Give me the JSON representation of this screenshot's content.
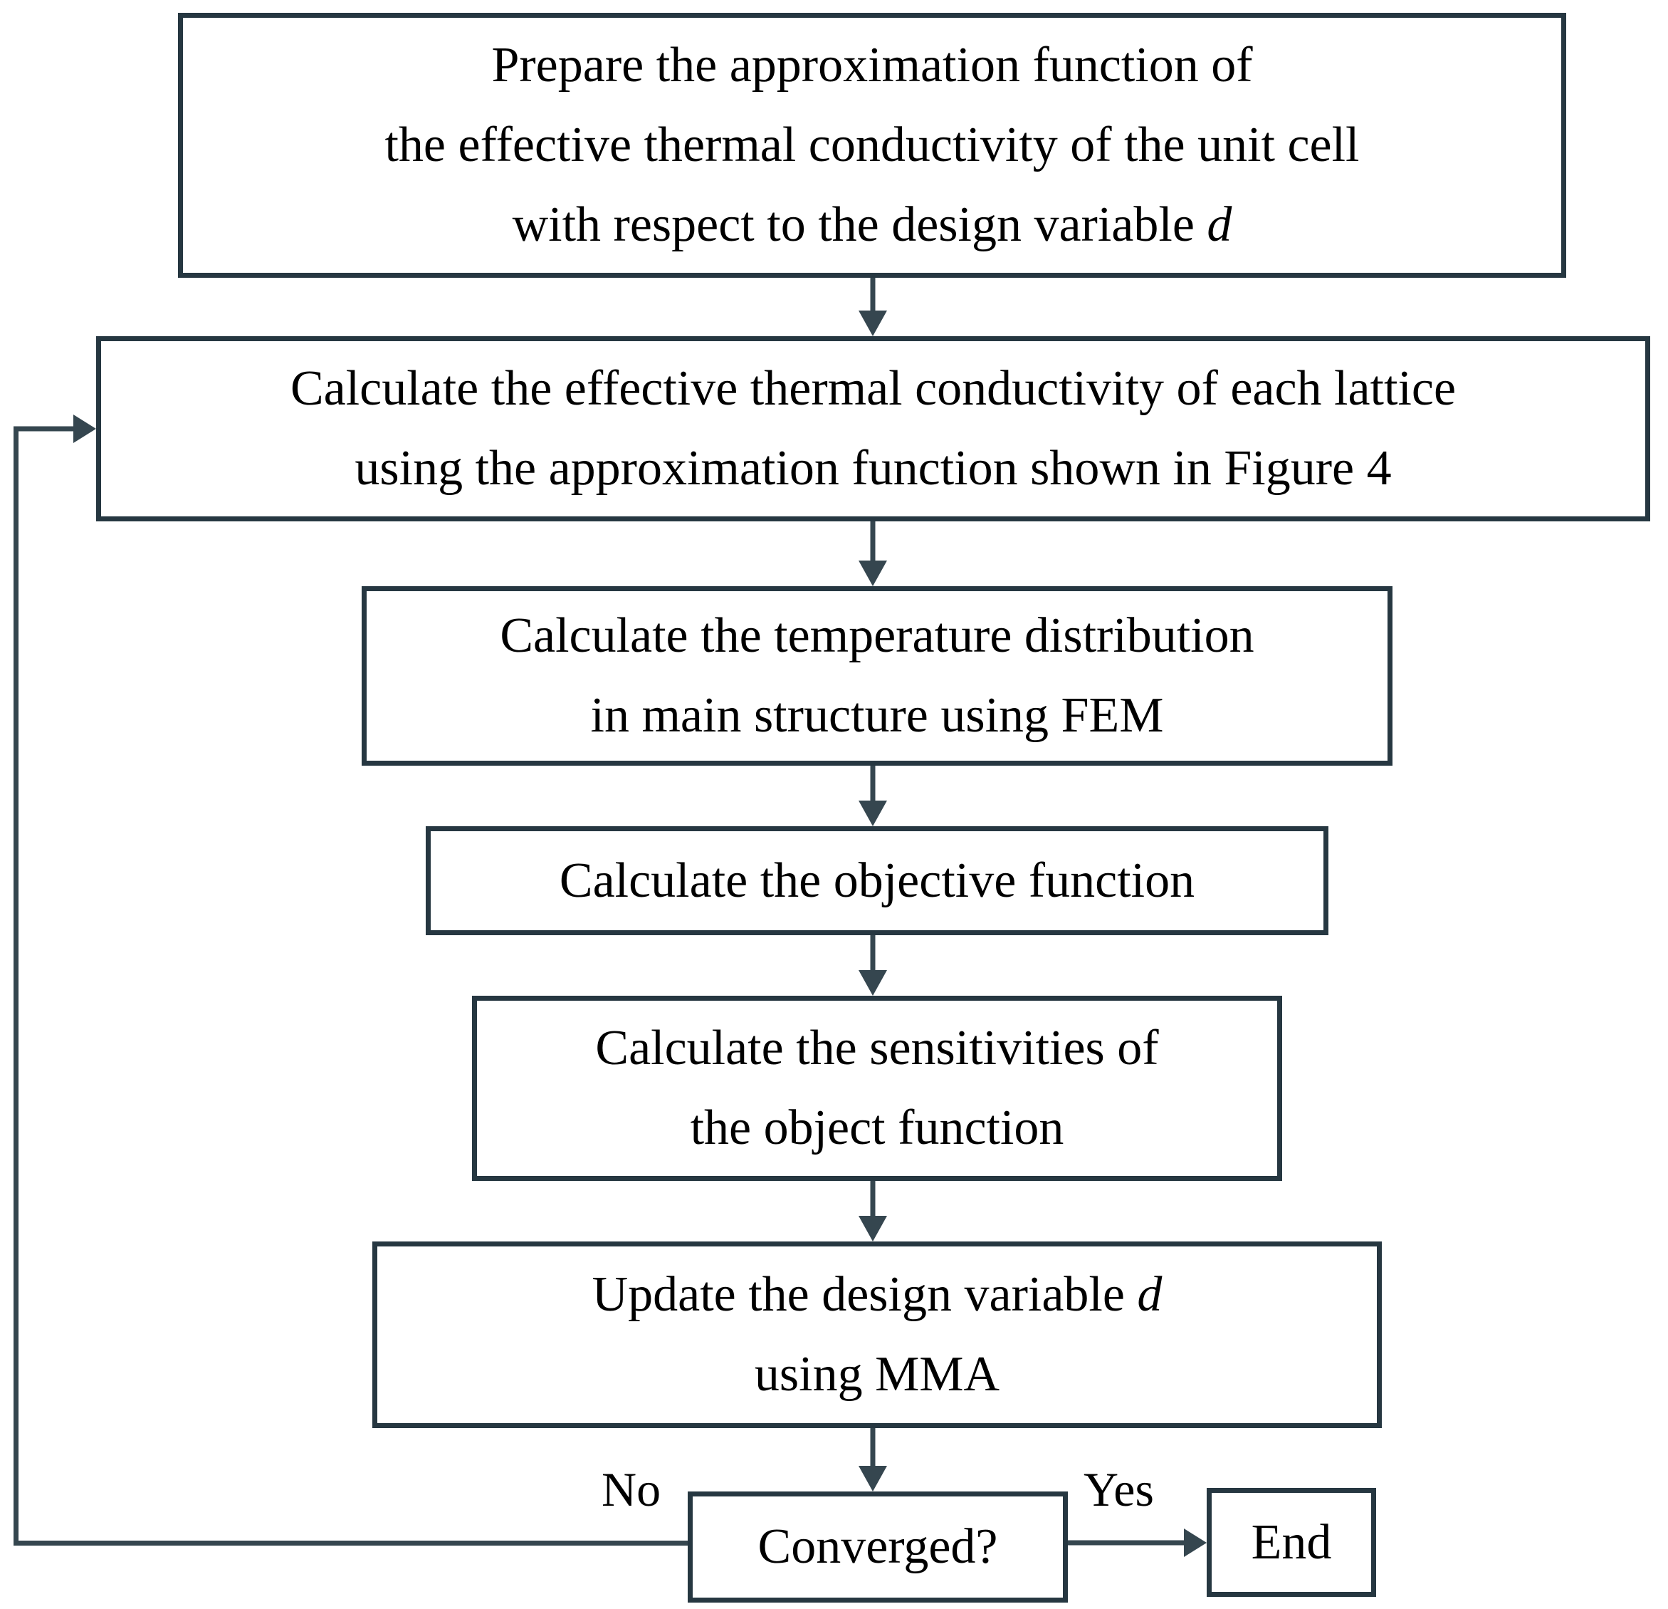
{
  "diagram": {
    "type": "flowchart",
    "colors": {
      "stroke": "#35464f",
      "border": "#263741",
      "text": "#000000",
      "background": "#ffffff"
    },
    "nodes": {
      "prepare": {
        "line1": "Prepare the approximation function of",
        "line2": "the effective thermal conductivity of the unit cell",
        "line3_prefix": "with respect to the design variable",
        "line3_var": "d"
      },
      "calc_conductivity": {
        "line1": "Calculate the effective thermal conductivity of each lattice",
        "line2": "using the approximation function shown in Figure 4"
      },
      "calc_temperature": {
        "line1": "Calculate the temperature distribution",
        "line2": "in main structure using FEM"
      },
      "calc_objective": {
        "line1": "Calculate the objective function"
      },
      "calc_sensitivities": {
        "line1": "Calculate the sensitivities of",
        "line2": "the object function"
      },
      "update_design": {
        "line1_prefix": "Update the design variable",
        "line1_var": "d",
        "line2": "using MMA"
      },
      "converged": {
        "label": "Converged?"
      },
      "end": {
        "label": "End"
      }
    },
    "edge_labels": {
      "no": "No",
      "yes": "Yes"
    }
  }
}
